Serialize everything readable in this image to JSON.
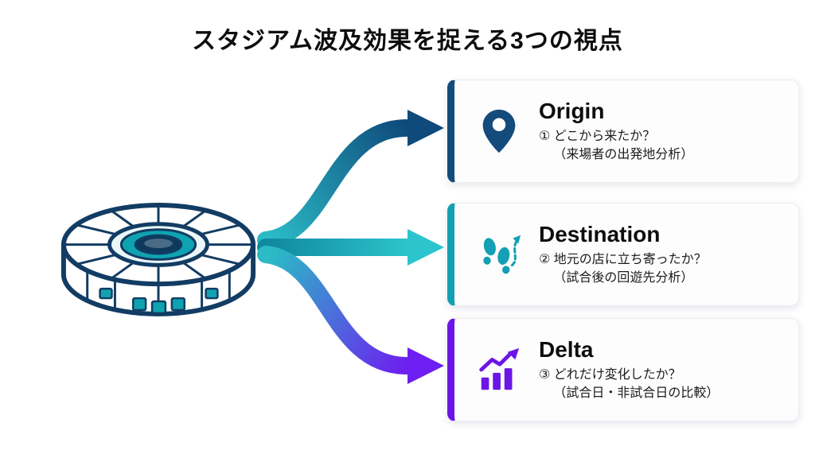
{
  "title": "スタジアム波及効果を捉える3つの視点",
  "colors": {
    "navy": "#0e4a7b",
    "teal": "#15a9bd",
    "purple": "#6d1ef0",
    "ink": "#0d0d0d",
    "stadium_outline": "#123c63",
    "stadium_accent": "#0fa3b1"
  },
  "stadium": {
    "icon": "stadium-icon"
  },
  "arrows": [
    {
      "name": "arrow-to-origin",
      "from": "#2bbac6",
      "to": "#0e4a7b"
    },
    {
      "name": "arrow-to-destination",
      "from": "#11899f",
      "to": "#2cc5cd"
    },
    {
      "name": "arrow-to-delta",
      "from": "#2bbac6",
      "to": "#6d1ef0"
    }
  ],
  "cards": [
    {
      "id": "origin",
      "label": "Origin",
      "line1": "① どこから来たか？",
      "line2": "（来場者の出発地分析）",
      "accent": "#134b7c",
      "icon": "map-pin-icon"
    },
    {
      "id": "destination",
      "label": "Destination",
      "line1": "② 地元の店に立ち寄ったか？",
      "line2": "（試合後の回遊先分析）",
      "accent": "#13a0b4",
      "icon": "footsteps-icon"
    },
    {
      "id": "delta",
      "label": "Delta",
      "line1": "③ どれだけ変化したか？",
      "line2": "（試合日・非試合日の比較）",
      "accent": "#6c16e6",
      "icon": "trend-chart-icon"
    }
  ]
}
